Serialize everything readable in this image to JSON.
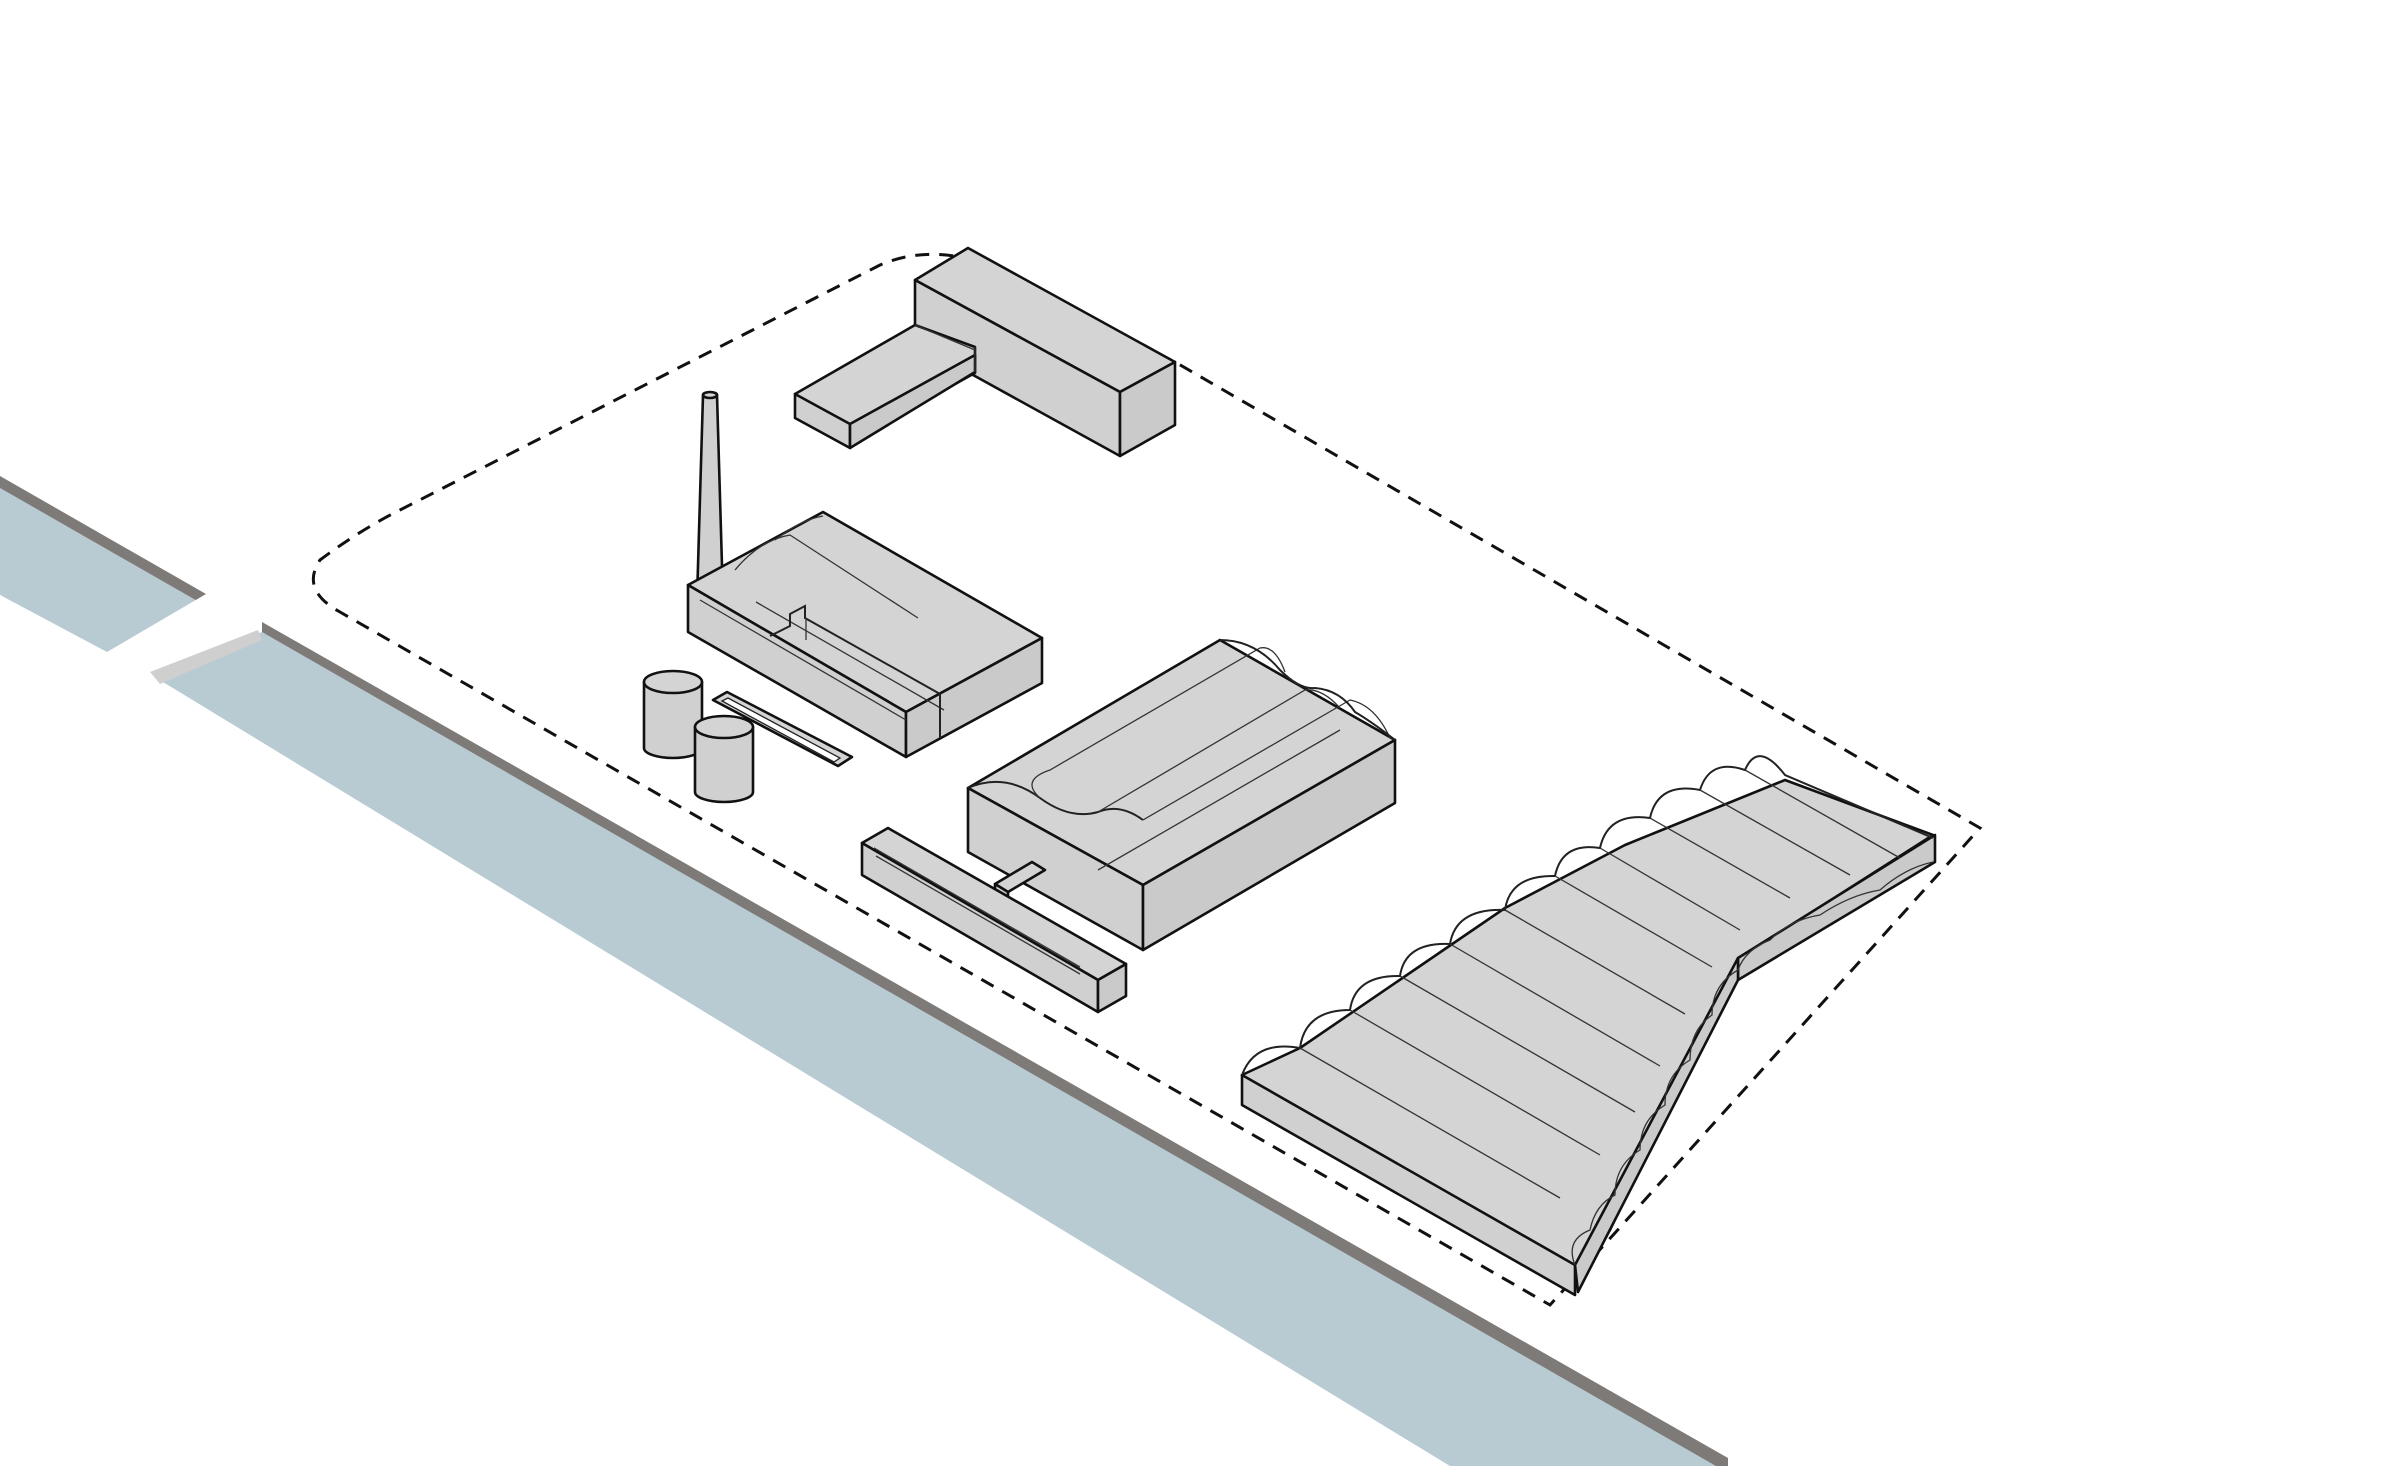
{
  "diagram": {
    "style": "axonometric site plan",
    "colors": {
      "building_fill": "#d4d4d5",
      "outline": "#111111",
      "water": "#b8cad2",
      "quay_edge": "#7d7a77",
      "background": "#ffffff"
    },
    "elements": [
      "canal",
      "quay-edge",
      "footbridge",
      "site-boundary",
      "l-shaped-building",
      "chimney",
      "boiler-house",
      "storage-tank",
      "storage-tank",
      "flat-slab",
      "vaulted-hall",
      "connector-walkway",
      "long-low-building",
      "sawtooth-vaulted-shed"
    ]
  }
}
